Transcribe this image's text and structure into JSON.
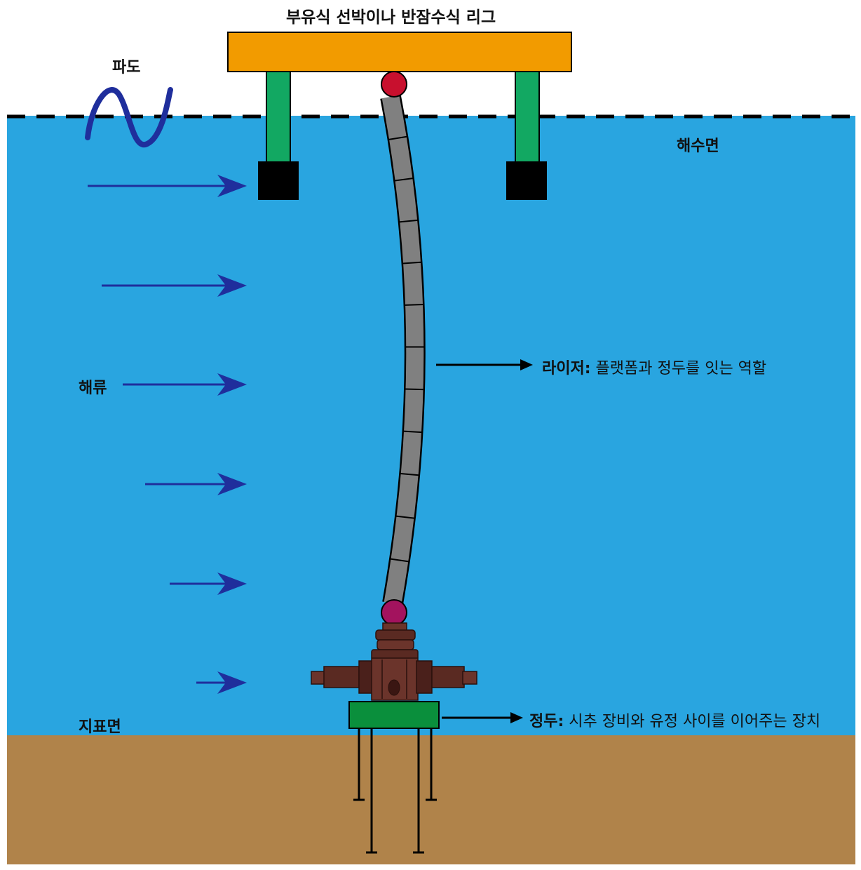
{
  "title": "부유식 선박이나 반잠수식 리그",
  "labels": {
    "wave": "파도",
    "sea_surface": "해수면",
    "current": "해류",
    "seabed": "지표면"
  },
  "riser": {
    "name": "라이저",
    "separator": ":",
    "description": " 플랫폼과 정두를 잇는 역할"
  },
  "wellhead": {
    "name": "정두",
    "separator": ":",
    "description": " 시추 장비와 유정 사이를 이어주는 장치"
  },
  "colors": {
    "sea": "#29a5e0",
    "seabed": "#b0834a",
    "platform_deck": "#f29b00",
    "platform_legs": "#12a862",
    "pontoons": "#000000",
    "riser": "#808080",
    "top_joint": "#c8102e",
    "bottom_joint": "#a3135e",
    "wellhead_base": "#0a8f3c",
    "bop": "#5a2a22",
    "current_arrows": "#1f2e9c",
    "wave": "#1f2e9c"
  },
  "icons": [
    "wave-icon",
    "current-arrow-icon"
  ]
}
